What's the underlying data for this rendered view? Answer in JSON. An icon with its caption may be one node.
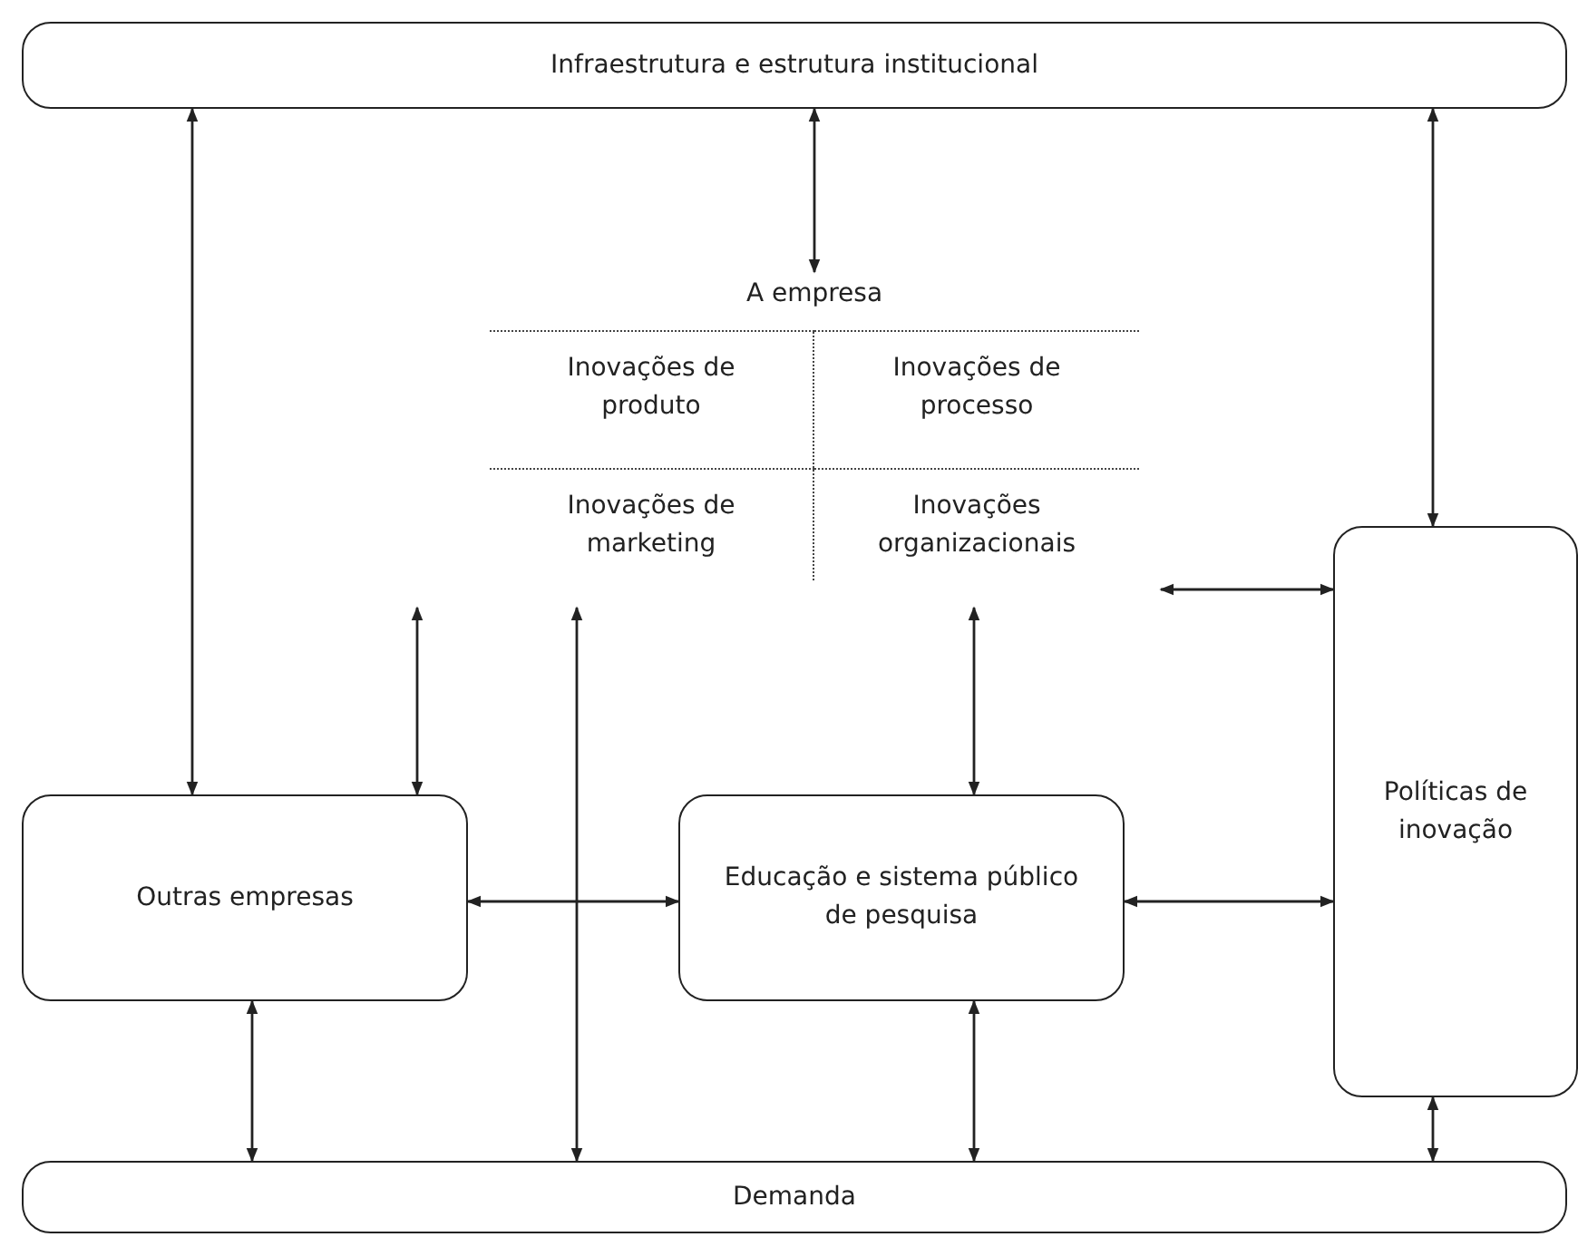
{
  "diagram": {
    "nodes": [
      {
        "text": [
          "Infraestrutura e estrutura institucional"
        ]
      },
      {
        "text": [
          "A empresa"
        ]
      },
      {
        "text": [
          "Inovações de produto"
        ],
        "in": 1
      },
      {
        "text": [
          "Inovações de processo"
        ],
        "in": 1
      },
      {
        "text": [
          "Inovações de marketing"
        ],
        "in": 1
      },
      {
        "text": [
          "Inovações organizacionais"
        ],
        "in": 1
      },
      {
        "text": [
          "Outras empresas"
        ]
      },
      {
        "text": [
          "Educação e sistema público de pesquisa"
        ]
      },
      {
        "text": [
          "Políticas de inovação"
        ]
      },
      {
        "text": [
          "Demanda"
        ]
      }
    ],
    "edges": [
      {
        "from": 0,
        "to": 6,
        "arrow": "both"
      },
      {
        "from": 0,
        "to": 1,
        "arrow": "both"
      },
      {
        "from": 0,
        "to": 8,
        "arrow": "both"
      },
      {
        "from": 1,
        "to": 6,
        "arrow": "both"
      },
      {
        "from": 1,
        "to": 7,
        "arrow": "both"
      },
      {
        "from": 1,
        "to": 8,
        "arrow": "both"
      },
      {
        "from": 1,
        "to": 9,
        "arrow": "both"
      },
      {
        "from": 6,
        "to": 7,
        "arrow": "both"
      },
      {
        "from": 7,
        "to": 8,
        "arrow": "both"
      },
      {
        "from": 6,
        "to": 9,
        "arrow": "both"
      },
      {
        "from": 7,
        "to": 9,
        "arrow": "both"
      },
      {
        "from": 8,
        "to": 9,
        "arrow": "both"
      }
    ]
  }
}
